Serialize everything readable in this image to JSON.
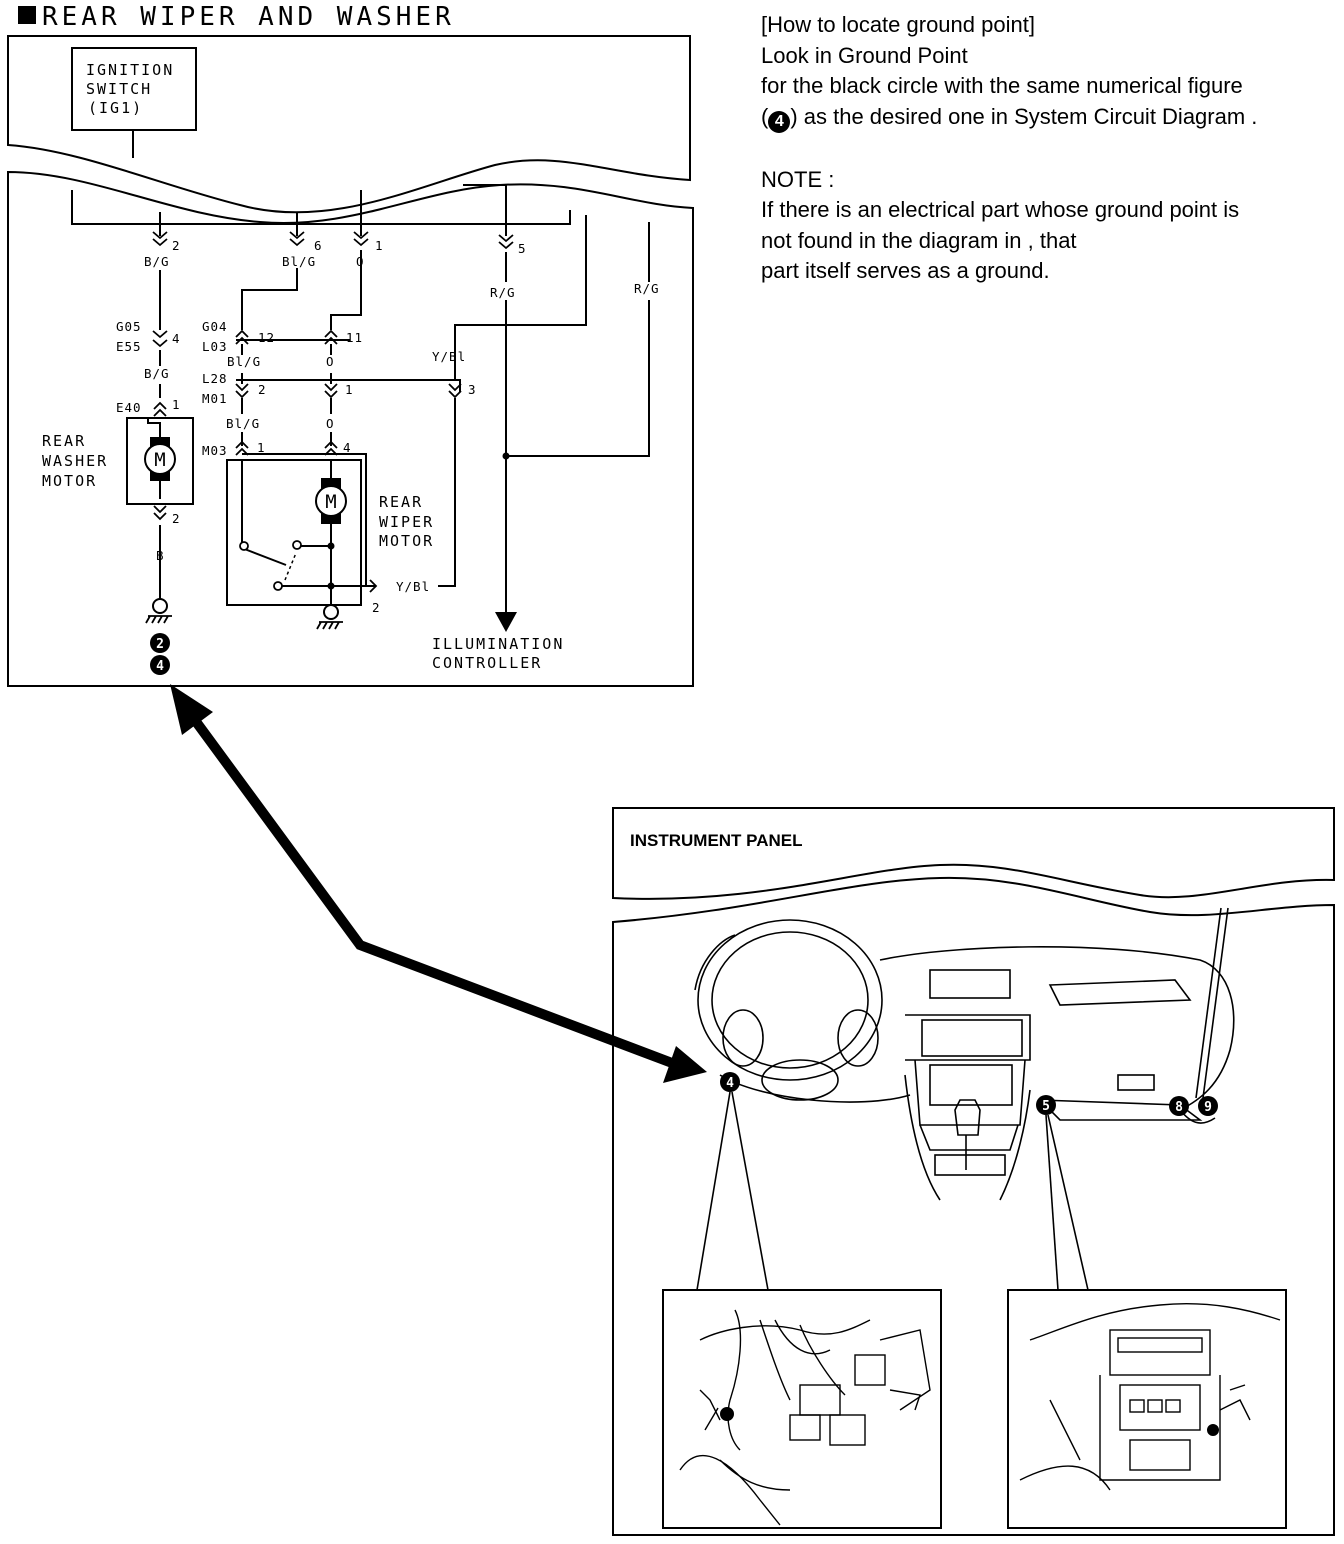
{
  "header": {
    "title": "REAR WIPER AND WASHER"
  },
  "info": {
    "heading": "[How to locate ground point]",
    "line1": "Look in Ground Point",
    "line2": "for the black circle with the same numerical figure",
    "line3_open": "(",
    "line3_num": "4",
    "line3_rest": ") as the desired one in System Circuit Diagram .",
    "note_heading": "NOTE :",
    "note_line1": "If there is an electrical part whose ground point is",
    "note_line2": "not found in the diagram in , that",
    "note_line3": "part itself serves as a ground."
  },
  "circuit": {
    "ignition_switch": [
      "IGNITION",
      "SWITCH",
      "(IG1)"
    ],
    "rear_washer_motor": [
      "REAR",
      "WASHER",
      "MOTOR"
    ],
    "rear_wiper_motor": [
      "REAR",
      "WIPER",
      "MOTOR"
    ],
    "illumination_controller": [
      "ILLUMINATION",
      "CONTROLLER"
    ],
    "motor_symbol": "M",
    "pins": [
      "2",
      "6",
      "1",
      "5",
      "4",
      "12",
      "11",
      "2",
      "1",
      "3",
      "1",
      "1",
      "4",
      "2",
      "2"
    ],
    "wire_colors": [
      "B/G",
      "Bl/G",
      "O",
      "R/G",
      "R/G",
      "B/G",
      "Bl/G",
      "O",
      "Y/Bl",
      "Bl/G",
      "O",
      "B",
      "Y/Bl"
    ],
    "connectors": [
      "G05",
      "E55",
      "G04",
      "L03",
      "L28",
      "M01",
      "E40",
      "M03"
    ],
    "ground_points": [
      "2",
      "4"
    ]
  },
  "instrument_panel": {
    "title": "INSTRUMENT PANEL",
    "ground_points": [
      "4",
      "5",
      "8",
      "9"
    ]
  }
}
